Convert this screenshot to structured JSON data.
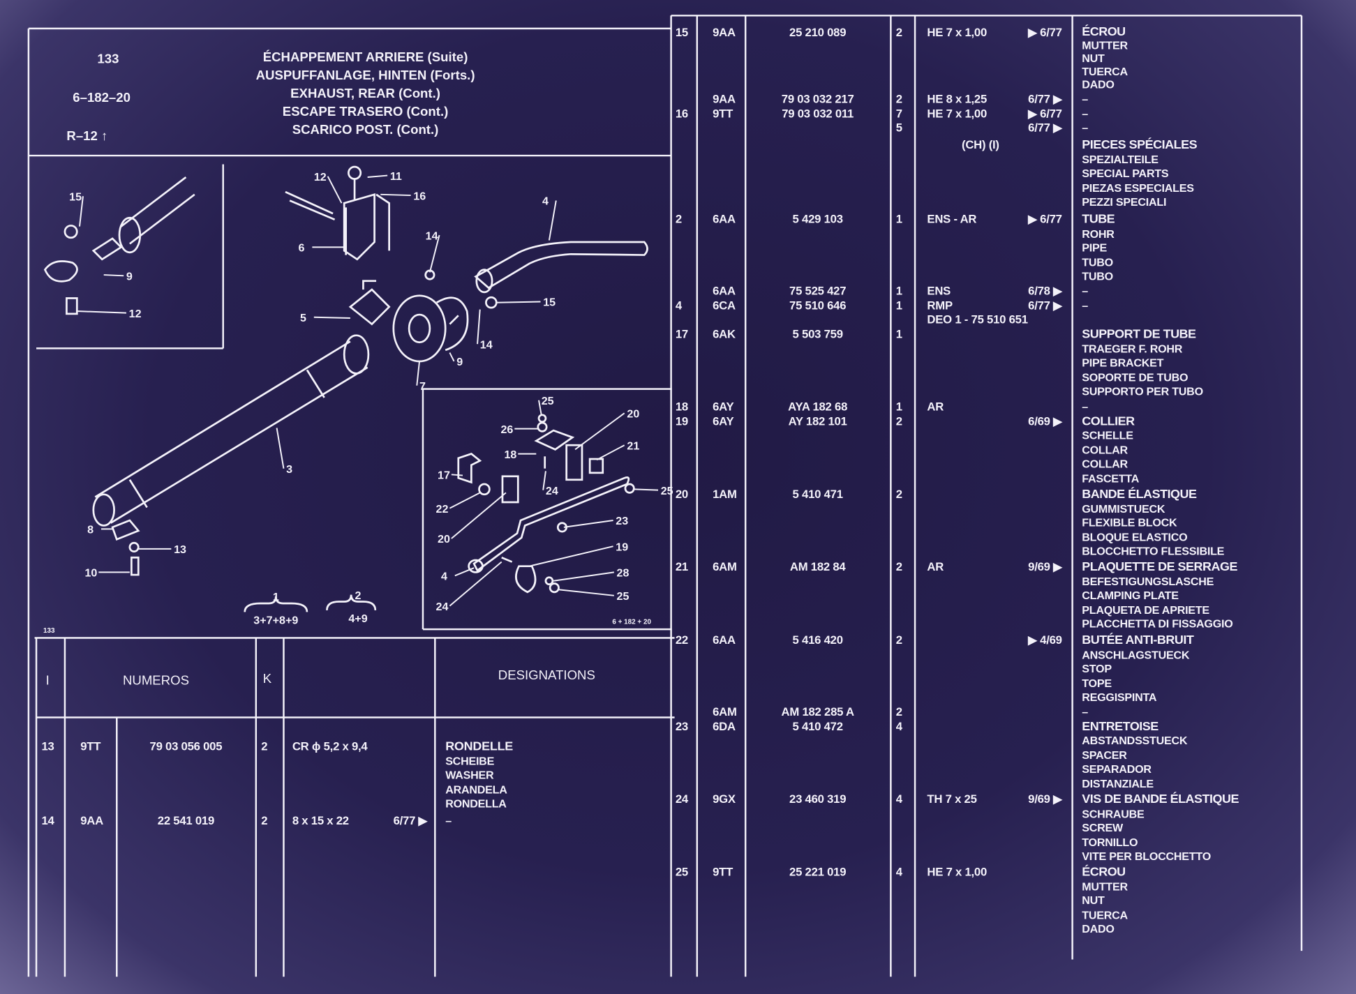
{
  "header": {
    "page_number": "133",
    "reference": "6–182–20",
    "model": "R–12",
    "model_arrow": "↑",
    "titles": [
      "ÉCHAPPEMENT ARRIERE (Suite)",
      "AUSPUFFANLAGE, HINTEN (Forts.)",
      "EXHAUST, REAR (Cont.)",
      "ESCAPE TRASERO (Cont.)",
      "SCARICO POST. (Cont.)"
    ]
  },
  "diagram": {
    "callouts": [
      "15",
      "9",
      "12",
      "12",
      "11",
      "16",
      "4",
      "6",
      "14",
      "5",
      "15",
      "14",
      "9",
      "7",
      "3",
      "8",
      "13",
      "10",
      "25",
      "26",
      "20",
      "18",
      "21",
      "17",
      "24",
      "25",
      "22",
      "23",
      "20",
      "19",
      "4",
      "28",
      "25",
      "24"
    ],
    "groups": [
      {
        "number": "1",
        "items": "3+7+8+9"
      },
      {
        "number": "2",
        "items": "4+9"
      }
    ],
    "plate_number": "133",
    "plate_reference": "6 + 182 + 20"
  },
  "left_table": {
    "headers": {
      "index": "I",
      "numbers": "NUMEROS",
      "k": "K",
      "designations": "DESIGNATIONS"
    },
    "rows": [
      {
        "ref": "13",
        "code": "9TT",
        "number": "79 03 056 005",
        "k": "2",
        "spec": "CR ϕ 5,2 x 9,4",
        "date": "",
        "desig": [
          "RONDELLE",
          "SCHEIBE",
          "WASHER",
          "ARANDELA",
          "RONDELLA"
        ],
        "bold": 0
      },
      {
        "ref": "14",
        "code": "9AA",
        "number": "22 541 019",
        "k": "2",
        "spec": "8 x 15 x 22",
        "date": "6/77 ▶",
        "desig": [
          "–"
        ],
        "bold": -1
      }
    ]
  },
  "right_table": {
    "rows": [
      {
        "ref": [
          "15"
        ],
        "code": [
          "9AA"
        ],
        "number": [
          "25 210 089"
        ],
        "qty": [
          "2"
        ],
        "spec": [
          "HE 7 x 1,00"
        ],
        "date": [
          "▶ 6/77"
        ],
        "desig": [
          "ÉCROU",
          "MUTTER",
          "NUT",
          "TUERCA",
          "DADO"
        ],
        "bold": 0
      },
      {
        "ref": [
          "",
          "16"
        ],
        "code": [
          "9AA",
          "9TT"
        ],
        "number": [
          "79 03 032 217",
          "79 03 032 011"
        ],
        "qty": [
          "2",
          "7",
          "5"
        ],
        "spec": [
          "HE 8 x 1,25",
          "HE 7 x 1,00"
        ],
        "date": [
          "6/77 ▶",
          "▶ 6/77",
          "6/77 ▶"
        ],
        "desig": [
          "–",
          "–",
          "–"
        ],
        "bold": -1
      },
      {
        "ref": [],
        "code": [],
        "number": [],
        "qty": [],
        "spec": [
          "(CH) (I)"
        ],
        "date": [],
        "desig": [
          "PIECES SPÉCIALES",
          "SPEZIALTEILE",
          "SPECIAL PARTS",
          "PIEZAS ESPECIALES",
          "PEZZI SPECIALI"
        ],
        "bold": 0
      },
      {
        "ref": [
          "2"
        ],
        "code": [
          "6AA"
        ],
        "number": [
          "5 429 103"
        ],
        "qty": [
          "1"
        ],
        "spec": [
          "ENS - AR"
        ],
        "date": [
          "▶ 6/77"
        ],
        "desig": [
          "TUBE",
          "ROHR",
          "PIPE",
          "TUBO",
          "TUBO"
        ],
        "bold": 0
      },
      {
        "ref": [
          "",
          "4"
        ],
        "code": [
          "6AA",
          "6CA"
        ],
        "number": [
          "75 525 427",
          "75 510 646"
        ],
        "qty": [
          "1",
          "1"
        ],
        "spec": [
          "ENS",
          "RMP",
          "DEO 1 - 75 510 651"
        ],
        "date": [
          "6/78 ▶",
          "6/77 ▶"
        ],
        "desig": [
          "–",
          "–"
        ],
        "bold": -1
      },
      {
        "ref": [
          "17"
        ],
        "code": [
          "6AK"
        ],
        "number": [
          "5 503 759"
        ],
        "qty": [
          "1"
        ],
        "spec": [],
        "date": [],
        "desig": [
          "SUPPORT DE TUBE",
          "TRAEGER F. ROHR",
          "PIPE BRACKET",
          "SOPORTE DE TUBO",
          "SUPPORTO PER TUBO"
        ],
        "bold": 0
      },
      {
        "ref": [
          "18",
          "19"
        ],
        "code": [
          "6AY",
          "6AY"
        ],
        "number": [
          "AYA 182  68",
          "AY 182 101"
        ],
        "qty": [
          "1",
          "2"
        ],
        "spec": [
          "AR"
        ],
        "date": [
          "",
          "6/69 ▶"
        ],
        "desig": [
          "–",
          "COLLIER",
          "SCHELLE",
          "COLLAR",
          "COLLAR",
          "FASCETTA"
        ],
        "bold": 1
      },
      {
        "ref": [
          "20"
        ],
        "code": [
          "1AM"
        ],
        "number": [
          "5 410 471"
        ],
        "qty": [
          "2"
        ],
        "spec": [],
        "date": [],
        "desig": [
          "BANDE ÉLASTIQUE",
          "GUMMISTUECK",
          "FLEXIBLE BLOCK",
          "BLOQUE ELASTICO",
          "BLOCCHETTO FLESSIBILE"
        ],
        "bold": 0
      },
      {
        "ref": [
          "21"
        ],
        "code": [
          "6AM"
        ],
        "number": [
          "AM 182  84"
        ],
        "qty": [
          "2"
        ],
        "spec": [
          "AR"
        ],
        "date": [
          "9/69 ▶"
        ],
        "desig": [
          "PLAQUETTE DE SERRAGE",
          "BEFESTIGUNGSLASCHE",
          "CLAMPING PLATE",
          "PLAQUETA DE APRIETE",
          "PLACCHETTA DI FISSAGGIO"
        ],
        "bold": 0
      },
      {
        "ref": [
          "22"
        ],
        "code": [
          "6AA"
        ],
        "number": [
          "5 416 420"
        ],
        "qty": [
          "2"
        ],
        "spec": [],
        "date": [
          "▶ 4/69"
        ],
        "desig": [
          "BUTÉE ANTI-BRUIT",
          "ANSCHLAGSTUECK",
          "STOP",
          "TOPE",
          "REGGISPINTA"
        ],
        "bold": 0
      },
      {
        "ref": [
          "",
          "23"
        ],
        "code": [
          "6AM",
          "6DA"
        ],
        "number": [
          "AM 182 285 A",
          "5 410 472"
        ],
        "qty": [
          "2",
          "4"
        ],
        "spec": [],
        "date": [],
        "desig": [
          "–",
          "ENTRETOISE",
          "ABSTANDSSTUECK",
          "SPACER",
          "SEPARADOR",
          "DISTANZIALE"
        ],
        "bold": 1
      },
      {
        "ref": [
          "24"
        ],
        "code": [
          "9GX"
        ],
        "number": [
          "23 460 319"
        ],
        "qty": [
          "4"
        ],
        "spec": [
          "TH 7 x 25"
        ],
        "date": [
          "9/69 ▶"
        ],
        "desig": [
          "VIS DE BANDE ÉLASTIQUE",
          "SCHRAUBE",
          "SCREW",
          "TORNILLO",
          "VITE PER BLOCCHETTO"
        ],
        "bold": 0
      },
      {
        "ref": [
          "25"
        ],
        "code": [
          "9TT"
        ],
        "number": [
          "25 221 019"
        ],
        "qty": [
          "4"
        ],
        "spec": [
          "HE 7 x 1,00"
        ],
        "date": [],
        "desig": [
          "ÉCROU",
          "MUTTER",
          "NUT",
          "TUERCA",
          "DADO"
        ],
        "bold": 0
      }
    ]
  }
}
